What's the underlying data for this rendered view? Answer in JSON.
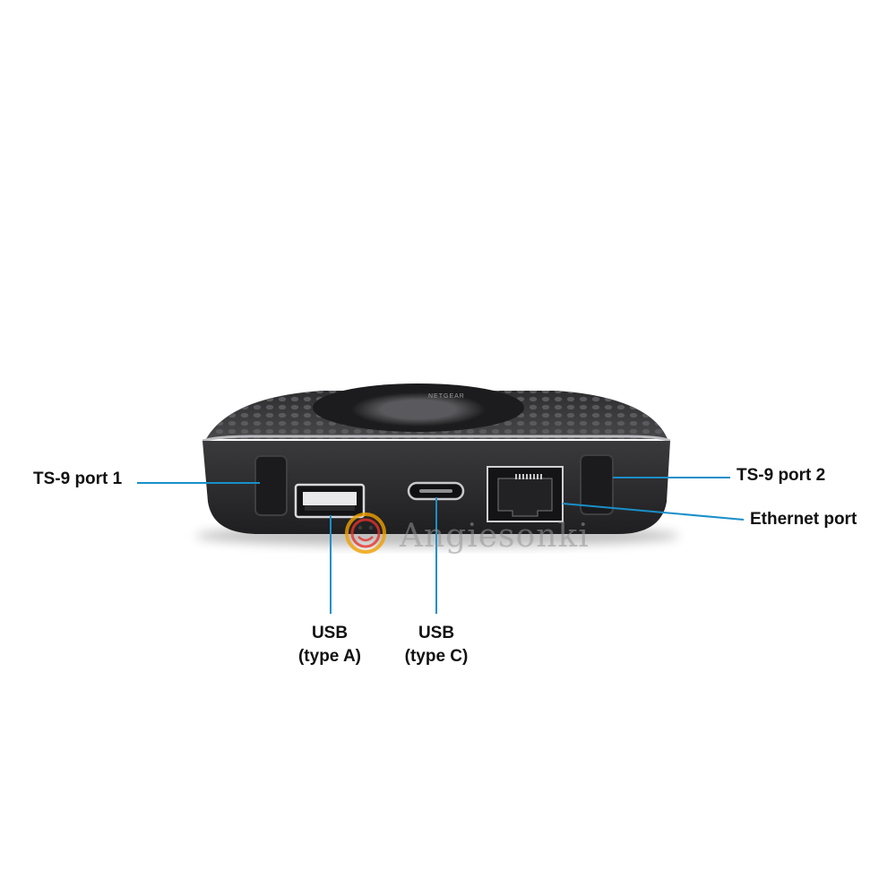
{
  "diagram": {
    "device": {
      "brand_text": "NETGEAR"
    },
    "callouts": {
      "ts9_port_1": "TS-9 port 1",
      "ts9_port_2": "TS-9 port 2",
      "ethernet_port": "Ethernet port",
      "usb_type_a": {
        "line1": "USB",
        "line2": "(type A)"
      },
      "usb_type_c": {
        "line1": "USB",
        "line2": "(type C)"
      }
    },
    "watermark": "Angiesonki",
    "colors": {
      "leader_line": "#1a8fc9",
      "device_body": "#2c2c2e",
      "device_top": "#3a3a3d",
      "background": "#ffffff"
    }
  }
}
